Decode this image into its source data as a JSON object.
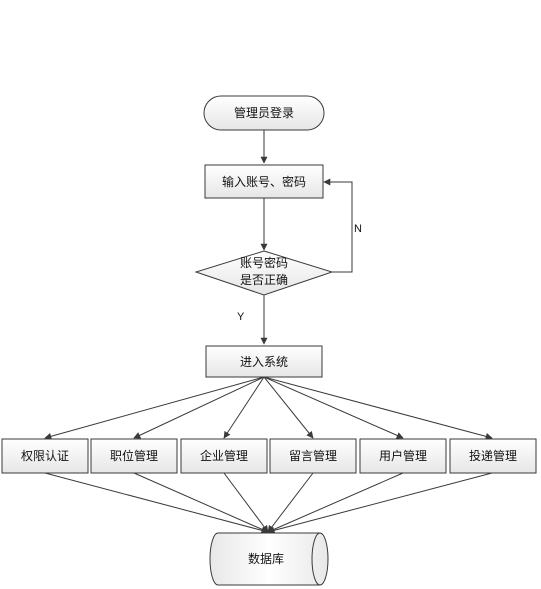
{
  "flow": {
    "start": "管理员登录",
    "input": "输入账号、密码",
    "decision_line1": "账号密码",
    "decision_line2": "是否正确",
    "label_no": "N",
    "label_yes": "Y",
    "enter": "进入系统",
    "modules": [
      "权限认证",
      "职位管理",
      "企业管理",
      "留言管理",
      "用户管理",
      "投递管理"
    ],
    "database": "数据库"
  },
  "colors": {
    "stroke": "#3a3a3a",
    "fill_top": "#ffffff",
    "fill_bottom": "#e8e8e8"
  }
}
